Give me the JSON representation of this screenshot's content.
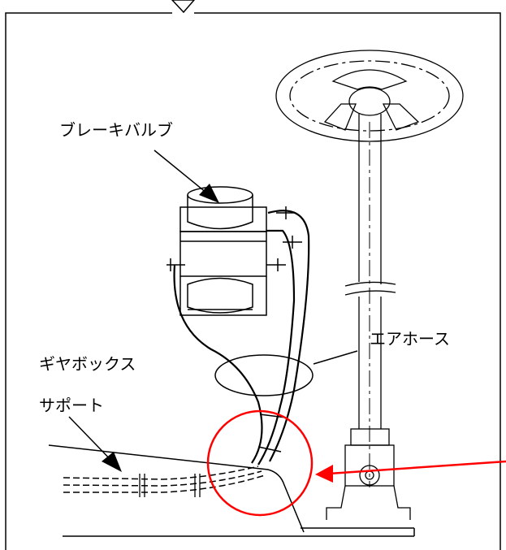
{
  "labels": {
    "brake_valve": "ブレーキバルブ",
    "air_hose": "エアホース",
    "gearbox_support_line1": "ギヤボックス",
    "gearbox_support_line2": "サポート"
  },
  "colors": {
    "line": "#000000",
    "highlight": "#ff0000",
    "background": "#ffffff"
  }
}
